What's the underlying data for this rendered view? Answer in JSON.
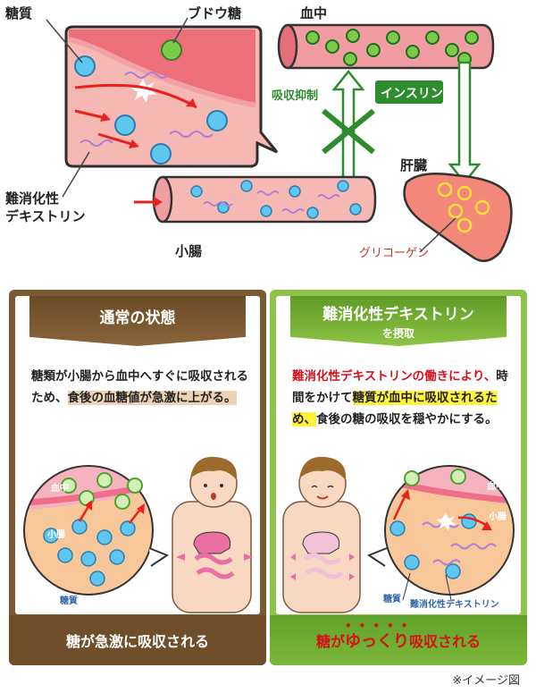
{
  "top_diagram": {
    "labels": {
      "sugar": "糖質",
      "glucose": "ブドウ糖",
      "blood": "血中",
      "absorption_inhibition": "吸収抑制",
      "insulin": "インスリン",
      "liver": "肝臓",
      "dextrin": "難消化性\nデキストリン",
      "small_intestine": "小腸",
      "glycogen": "グリコーゲン"
    }
  },
  "panel_normal": {
    "title": "通常の状態",
    "text_before": "糖類が小腸から血中へすぐに吸収されるため、",
    "text_highlight": "食後の血糖値が急激に上がる。",
    "label_blood": "血中",
    "label_intestine": "小腸",
    "label_sugar": "糖質",
    "footer": "糖が急激に吸収される"
  },
  "panel_dextrin": {
    "title": "難消化性デキストリン",
    "subtitle": "を摂取",
    "text_red": "難消化性デキストリンの働きにより、",
    "text_before": "時間をかけて",
    "text_highlight": "糖質が血中に吸収されるため、",
    "text_after": "食後の糖の吸収を穏やかにする。",
    "label_blood": "血中",
    "label_intestine": "小腸",
    "label_sugar": "糖質",
    "label_dextrin": "難消化性デキストリン",
    "footer_prefix": "糖が",
    "footer_emph": "ゆっくり",
    "footer_suffix": "吸収される"
  },
  "note": "※イメージ図",
  "colors": {
    "blood_pink": "#f08c96",
    "tissue_pink": "#f7b9b4",
    "blue_dot": "#5ec6f0",
    "green_dot": "#7dc94a",
    "arrow_red": "#e8211e",
    "liver": "#f2877a",
    "insulin_green": "#2e8b2e"
  }
}
